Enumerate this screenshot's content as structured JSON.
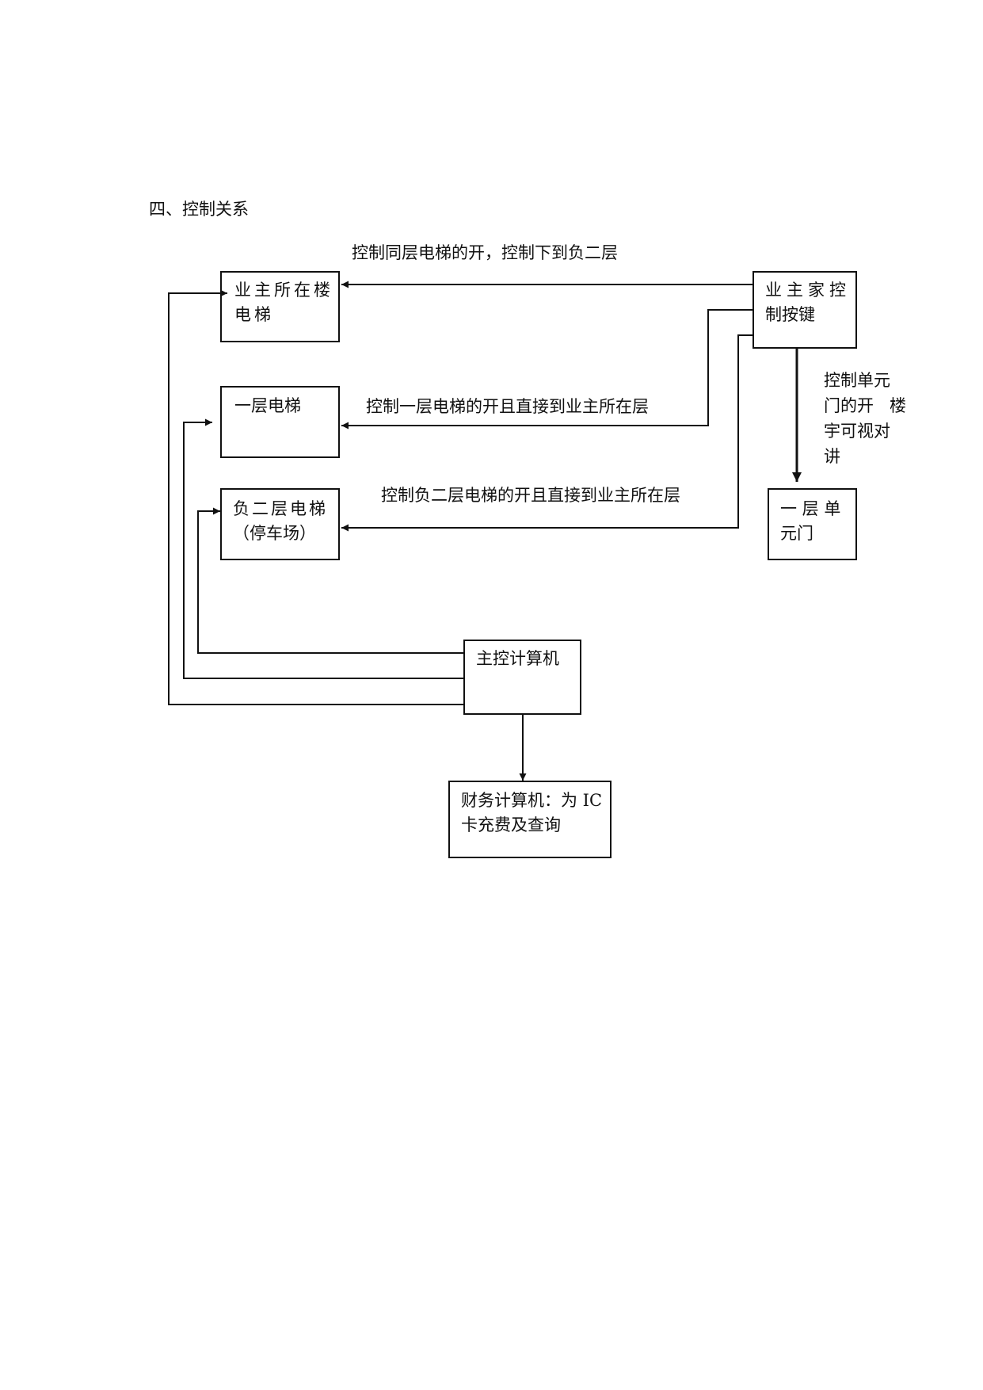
{
  "section_heading": "四、控制关系",
  "nodes": {
    "owner_floor_elevator": [
      "业主所在楼",
      "电梯"
    ],
    "first_floor_elevator": [
      "一层电梯"
    ],
    "b2_elevator": [
      "负二层电梯",
      "（停车场）"
    ],
    "owner_home_keypad": [
      "业主家控",
      "制按键"
    ],
    "first_floor_unit_door": [
      "一 层 单",
      "元门"
    ],
    "main_control_computer": [
      "主控计算机"
    ],
    "finance_computer": [
      "财务计算机：为 IC",
      "卡充费及查询"
    ]
  },
  "edge_labels": {
    "keypad_to_owner_floor": "控制同层电梯的开，控制下到负二层",
    "keypad_to_first_floor": "控制一层电梯的开且直接到业主所在层",
    "keypad_to_b2": "控制负二层电梯的开且直接到业主所在层",
    "keypad_to_unit_door": [
      "控制单元",
      "门的开   楼",
      "宇可视对",
      "讲"
    ]
  }
}
